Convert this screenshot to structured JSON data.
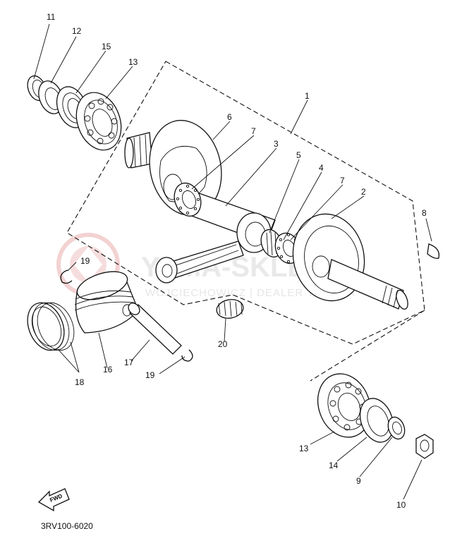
{
  "watermark": {
    "brand": "YAMA-SKLEP.PL",
    "sub": "WOJCIECHOWICZ | DEALER YAMAHA",
    "color": "#f3d2d2"
  },
  "diagram_code": "3RV100-6020",
  "fwd_label": "FWD",
  "callouts": [
    {
      "id": "c11",
      "text": "11"
    },
    {
      "id": "c12",
      "text": "12"
    },
    {
      "id": "c15",
      "text": "15"
    },
    {
      "id": "c13a",
      "text": "13"
    },
    {
      "id": "c1",
      "text": "1"
    },
    {
      "id": "c6",
      "text": "6"
    },
    {
      "id": "c7a",
      "text": "7"
    },
    {
      "id": "c3",
      "text": "3"
    },
    {
      "id": "c5",
      "text": "5"
    },
    {
      "id": "c4",
      "text": "4"
    },
    {
      "id": "c7b",
      "text": "7"
    },
    {
      "id": "c2",
      "text": "2"
    },
    {
      "id": "c8",
      "text": "8"
    },
    {
      "id": "c19a",
      "text": "19"
    },
    {
      "id": "c18",
      "text": "18"
    },
    {
      "id": "c16",
      "text": "16"
    },
    {
      "id": "c17",
      "text": "17"
    },
    {
      "id": "c19b",
      "text": "19"
    },
    {
      "id": "c20",
      "text": "20"
    },
    {
      "id": "c13b",
      "text": "13"
    },
    {
      "id": "c14",
      "text": "14"
    },
    {
      "id": "c9",
      "text": "9"
    },
    {
      "id": "c10",
      "text": "10"
    }
  ]
}
